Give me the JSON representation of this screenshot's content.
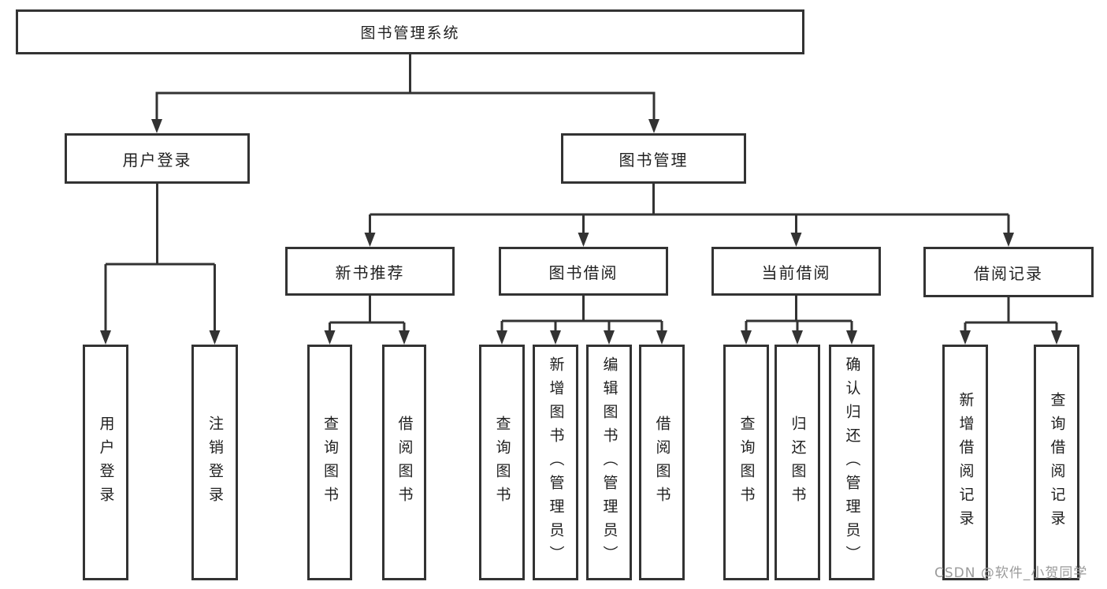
{
  "diagram_title": "图书管理系统",
  "tree": {
    "label": "图书管理系统",
    "children": [
      {
        "label": "用户登录",
        "children": [
          {
            "label": "用户登录"
          },
          {
            "label": "注销登录"
          }
        ]
      },
      {
        "label": "图书管理",
        "children": [
          {
            "label": "新书推荐",
            "children": [
              {
                "label": "查询图书"
              },
              {
                "label": "借阅图书"
              }
            ]
          },
          {
            "label": "图书借阅",
            "children": [
              {
                "label": "查询图书"
              },
              {
                "label": "新增图书（管理员）"
              },
              {
                "label": "编辑图书（管理员）"
              },
              {
                "label": "借阅图书"
              }
            ]
          },
          {
            "label": "当前借阅",
            "children": [
              {
                "label": "查询图书"
              },
              {
                "label": "归还图书"
              },
              {
                "label": "确认归还（管理员）"
              }
            ]
          },
          {
            "label": "借阅记录",
            "children": [
              {
                "label": "新增借阅记录"
              },
              {
                "label": "查询借阅记录"
              }
            ]
          }
        ]
      }
    ]
  },
  "watermark": "CSDN @软件_小贺同学",
  "colors": {
    "line": "#333333",
    "text": "#1f1f1f",
    "watermark": "#9b9b9b",
    "background": "#ffffff"
  }
}
